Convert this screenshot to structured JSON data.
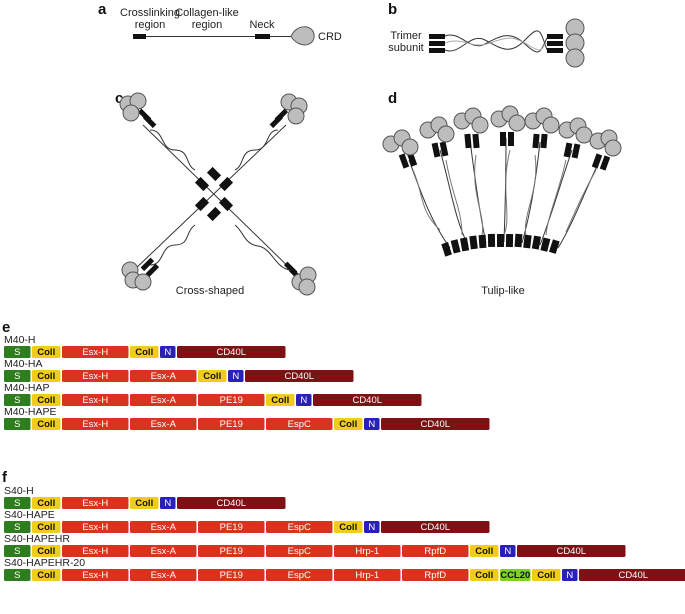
{
  "panels": {
    "a": {
      "letter": "a",
      "labels": [
        "Crosslinking",
        "region",
        "Collagen-like",
        "region",
        "Neck",
        "CRD"
      ]
    },
    "b": {
      "letter": "b",
      "labels": [
        "Trimer",
        "subunit"
      ]
    },
    "c": {
      "letter": "c",
      "caption": "Cross-shaped"
    },
    "d": {
      "letter": "d",
      "caption": "Tulip-like"
    },
    "e": {
      "letter": "e",
      "constructs": [
        {
          "name": "M40-H",
          "segments": [
            "S",
            "Coll",
            "Esx-H",
            "Coll",
            "N",
            "CD40L"
          ]
        },
        {
          "name": "M40-HA",
          "segments": [
            "S",
            "Coll",
            "Esx-H",
            "Esx-A",
            "Coll",
            "N",
            "CD40L"
          ]
        },
        {
          "name": "M40-HAP",
          "segments": [
            "S",
            "Coll",
            "Esx-H",
            "Esx-A",
            "PE19",
            "Coll",
            "N",
            "CD40L"
          ]
        },
        {
          "name": "M40-HAPE",
          "segments": [
            "S",
            "Coll",
            "Esx-H",
            "Esx-A",
            "PE19",
            "EspC",
            "Coll",
            "N",
            "CD40L"
          ]
        }
      ]
    },
    "f": {
      "letter": "f",
      "constructs": [
        {
          "name": "S40-H",
          "segments": [
            "S",
            "Coll",
            "Esx-H",
            "Coll",
            "N",
            "CD40L"
          ]
        },
        {
          "name": "S40-HAPE",
          "segments": [
            "S",
            "Coll",
            "Esx-H",
            "Esx-A",
            "PE19",
            "EspC",
            "Coll",
            "N",
            "CD40L"
          ]
        },
        {
          "name": "S40-HAPEHR",
          "segments": [
            "S",
            "Coll",
            "Esx-H",
            "Esx-A",
            "PE19",
            "EspC",
            "Hrp-1",
            "RpfD",
            "Coll",
            "N",
            "CD40L"
          ]
        },
        {
          "name": "S40-HAPEHR-20",
          "segments": [
            "S",
            "Coll",
            "Esx-H",
            "Esx-A",
            "PE19",
            "EspC",
            "Hrp-1",
            "RpfD",
            "Coll",
            "CCL20",
            "Coll",
            "N",
            "CD40L"
          ]
        }
      ]
    }
  },
  "colors": {
    "S": "#2e7d1f",
    "Coll": "#f2cc1c",
    "antigen": "#d93320",
    "N": "#2a1fb8",
    "CD40L": "#7d1114",
    "CCL20": "#7ed321",
    "crd": "#bdbdbd",
    "block": "#111111"
  }
}
